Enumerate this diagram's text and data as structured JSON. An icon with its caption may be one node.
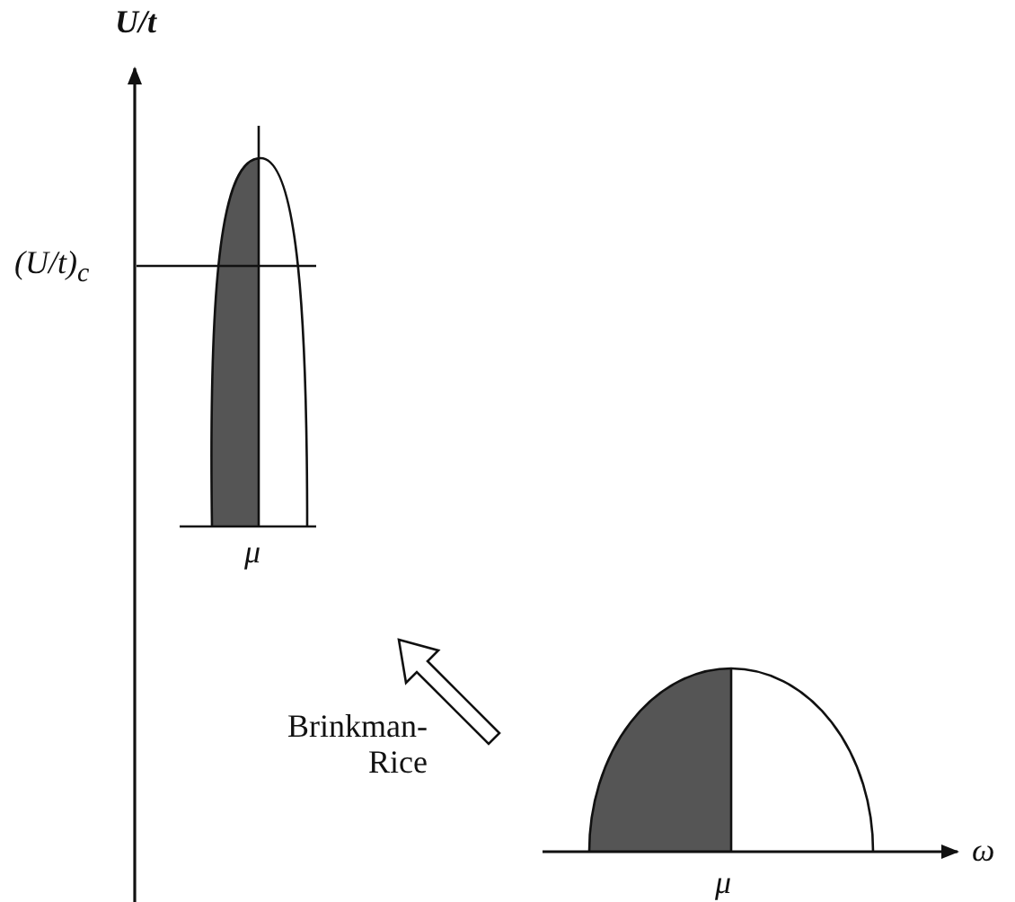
{
  "diagram": {
    "labels": [
      "U/t",
      "(U/t)$_{c}$",
      "μ",
      "Brinkman- Rice",
      "μ",
      "ω"
    ]
  }
}
